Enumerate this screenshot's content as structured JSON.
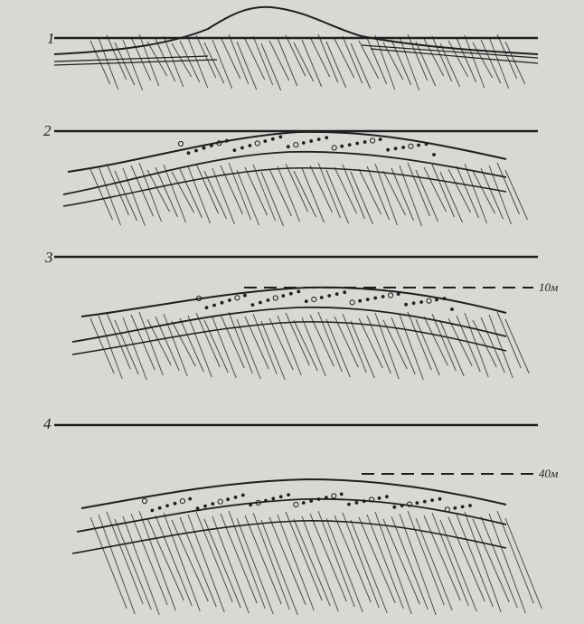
{
  "stages": [
    {
      "label": "1"
    },
    {
      "label": "2"
    },
    {
      "label": "3",
      "depth_label": "10м"
    },
    {
      "label": "4",
      "depth_label": "40м"
    }
  ],
  "colors": {
    "ink": "#1f1f1f",
    "paper": "#d9d8d4"
  }
}
